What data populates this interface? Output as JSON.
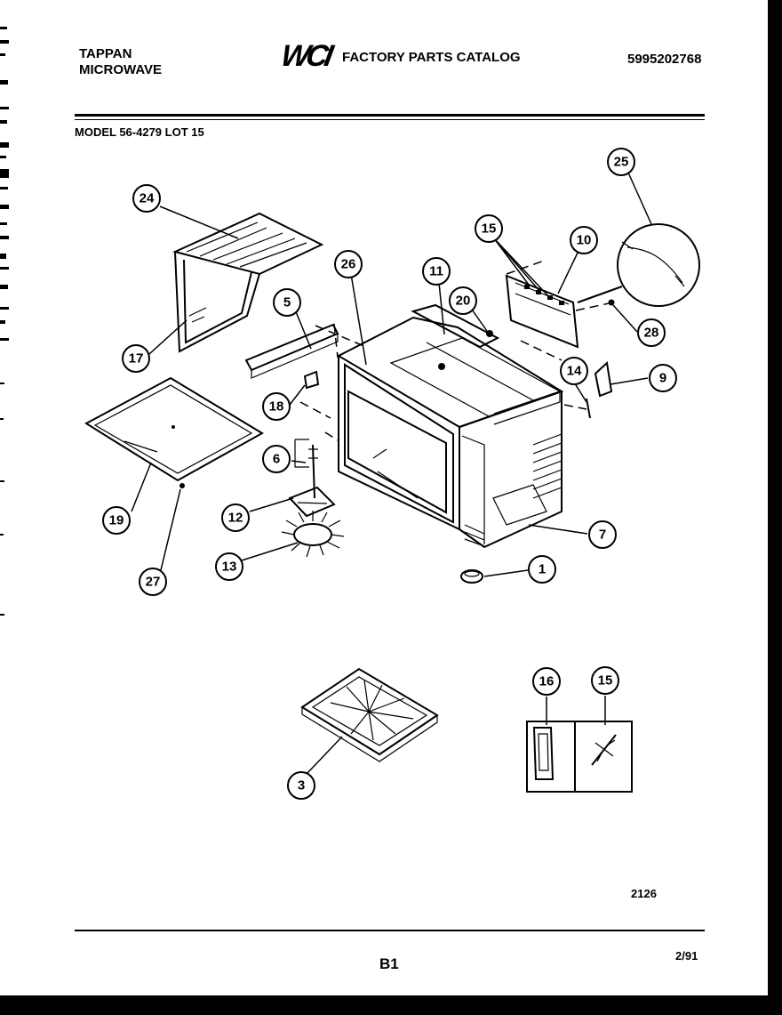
{
  "header": {
    "brand_line1": "TAPPAN",
    "brand_line2": "MICROWAVE",
    "logo_text": "WCI",
    "catalog_title": "FACTORY PARTS CATALOG",
    "catalog_number": "5995202768",
    "model": "MODEL 56-4279 LOT 15"
  },
  "callouts": {
    "c24": "24",
    "c17": "17",
    "c5": "5",
    "c26a": "26",
    "c11": "11",
    "c15a": "15",
    "c10": "10",
    "c25": "25",
    "c20": "20",
    "c28": "28",
    "c14": "14",
    "c9": "9",
    "c18": "18",
    "c19": "19",
    "c27": "27",
    "c6": "6",
    "c12": "12",
    "c13": "13",
    "c7": "7",
    "c1": "1",
    "c3": "3",
    "c16": "16",
    "c15b": "15"
  },
  "footer": {
    "diagram_number": "2126",
    "page_label": "B1",
    "date": "2/91"
  }
}
